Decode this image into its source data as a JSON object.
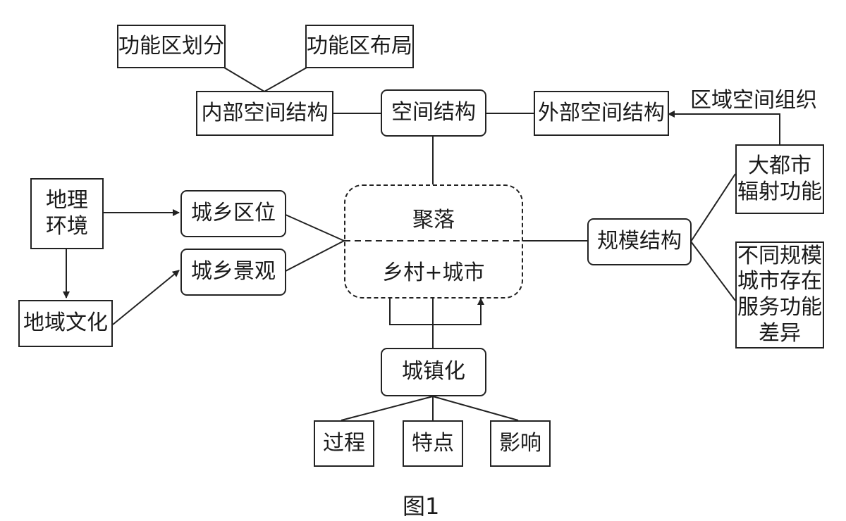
{
  "nodes": {
    "zone_division": "功能区划分",
    "zone_layout": "功能区布局",
    "internal_structure": "内部空间结构",
    "spatial_structure": "空间结构",
    "external_structure": "外部空间结构",
    "regional_org": "区域空间组织",
    "geo_env": "地理\n环境",
    "urban_rural_location": "城乡区位",
    "urban_rural_landscape": "城乡景观",
    "regional_culture": "地域文化",
    "settlement_top": "聚落",
    "settlement_bottom": "乡村+城市",
    "scale_structure": "规模结构",
    "metropolis": "大都市\n辐射功能",
    "diff_scale": "不同规模\n城市存在\n服务功能\n差异",
    "urbanization": "城镇化",
    "process": "过程",
    "features": "特点",
    "impact": "影响"
  },
  "caption": "图1",
  "colors": {
    "line": "#222222",
    "text": "#1a1a1a",
    "background": "#ffffff"
  }
}
